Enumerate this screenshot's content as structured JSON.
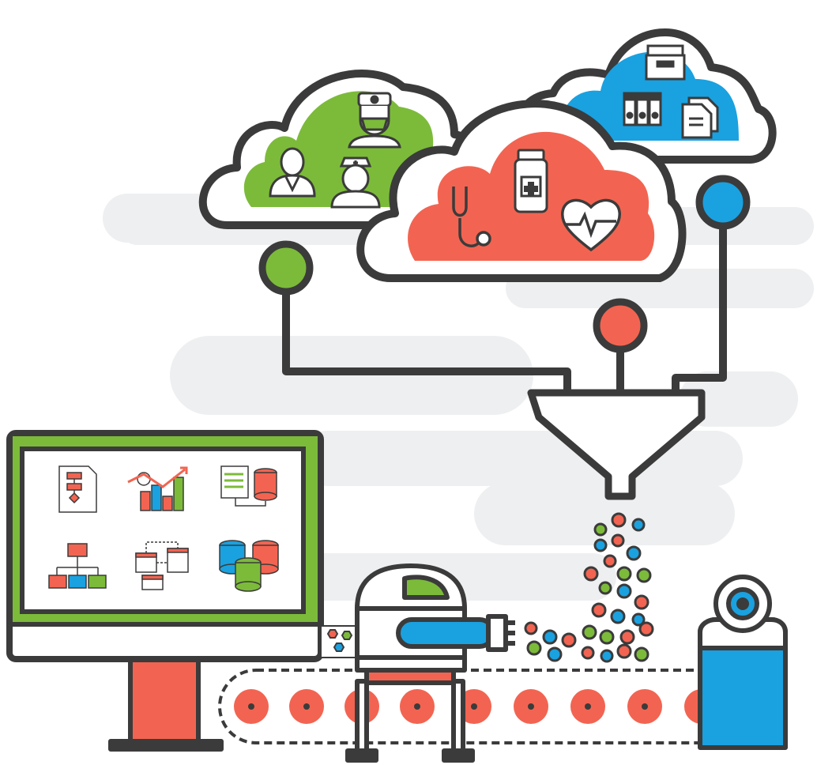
{
  "colors": {
    "outline": "#3b3b3b",
    "green": "#7cbb3a",
    "red": "#f26451",
    "blue": "#1aa1e0",
    "background_blob": "#eeeff0",
    "white": "#ffffff"
  },
  "clouds": [
    {
      "name": "staff-cloud",
      "color": "green",
      "icons": [
        "doctor-icon",
        "surgeon-icon",
        "nurse-icon"
      ]
    },
    {
      "name": "medical-cloud",
      "color": "red",
      "icons": [
        "stethoscope-icon",
        "medicine-bottle-icon",
        "heartbeat-icon"
      ]
    },
    {
      "name": "records-cloud",
      "color": "blue",
      "icons": [
        "archive-box-icon",
        "binders-icon",
        "documents-icon"
      ]
    }
  ],
  "monitor": {
    "tiles": [
      "flowchart-document-icon",
      "analytics-chart-icon",
      "document-database-icon",
      "folder-hierarchy-icon",
      "table-mapping-icon",
      "database-stack-icon"
    ]
  }
}
